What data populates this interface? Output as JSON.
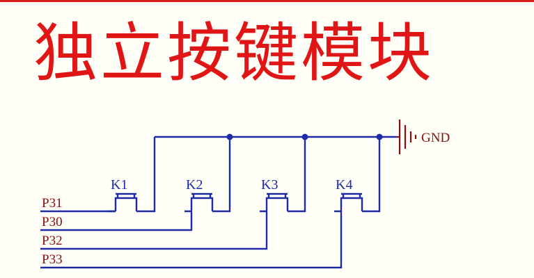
{
  "title": "独立按键模块",
  "ground": {
    "label": "GND",
    "icon": "ground-symbol-icon"
  },
  "switches": [
    {
      "ref": "K1"
    },
    {
      "ref": "K2"
    },
    {
      "ref": "K3"
    },
    {
      "ref": "K4"
    }
  ],
  "ports": [
    {
      "name": "P31",
      "switch": "K1"
    },
    {
      "name": "P30",
      "switch": "K2"
    },
    {
      "name": "P32",
      "switch": "K3"
    },
    {
      "name": "P33",
      "switch": "K4"
    }
  ],
  "colors": {
    "title": "#e01616",
    "wire": "#1f2aa6",
    "port_label": "#8b0d0d",
    "ground": "#8b0d0d"
  }
}
